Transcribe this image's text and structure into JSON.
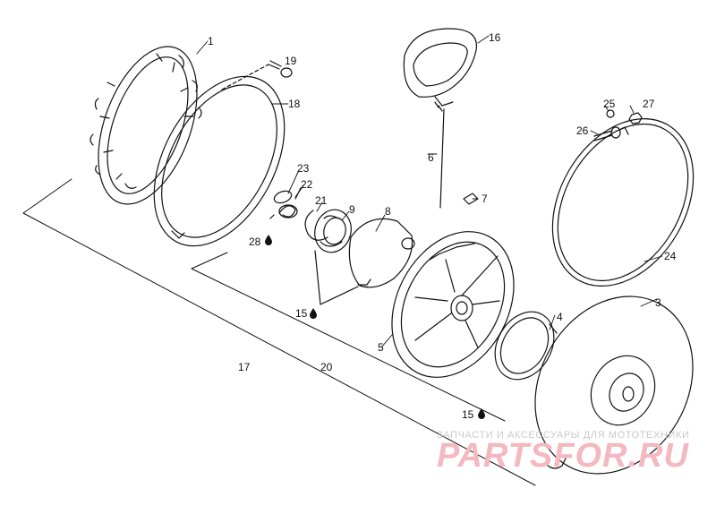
{
  "callouts": {
    "c1": "1",
    "c3": "3",
    "c4": "4",
    "c5": "5",
    "c6": "6",
    "c7": "7",
    "c8": "8",
    "c9": "9",
    "c15a": "15",
    "c15b": "15",
    "c16": "16",
    "c17": "17",
    "c18": "18",
    "c19": "19",
    "c20": "20",
    "c21": "21",
    "c22": "22",
    "c23": "23",
    "c24": "24",
    "c25": "25",
    "c26": "26",
    "c27": "27",
    "c28": "28"
  },
  "watermark": {
    "tagline": "ЗАПЧАСТИ И АКСЕССУАРЫ ДЛЯ МОТОТЕХНИКИ",
    "brand": "PARTSFOR.RU"
  }
}
